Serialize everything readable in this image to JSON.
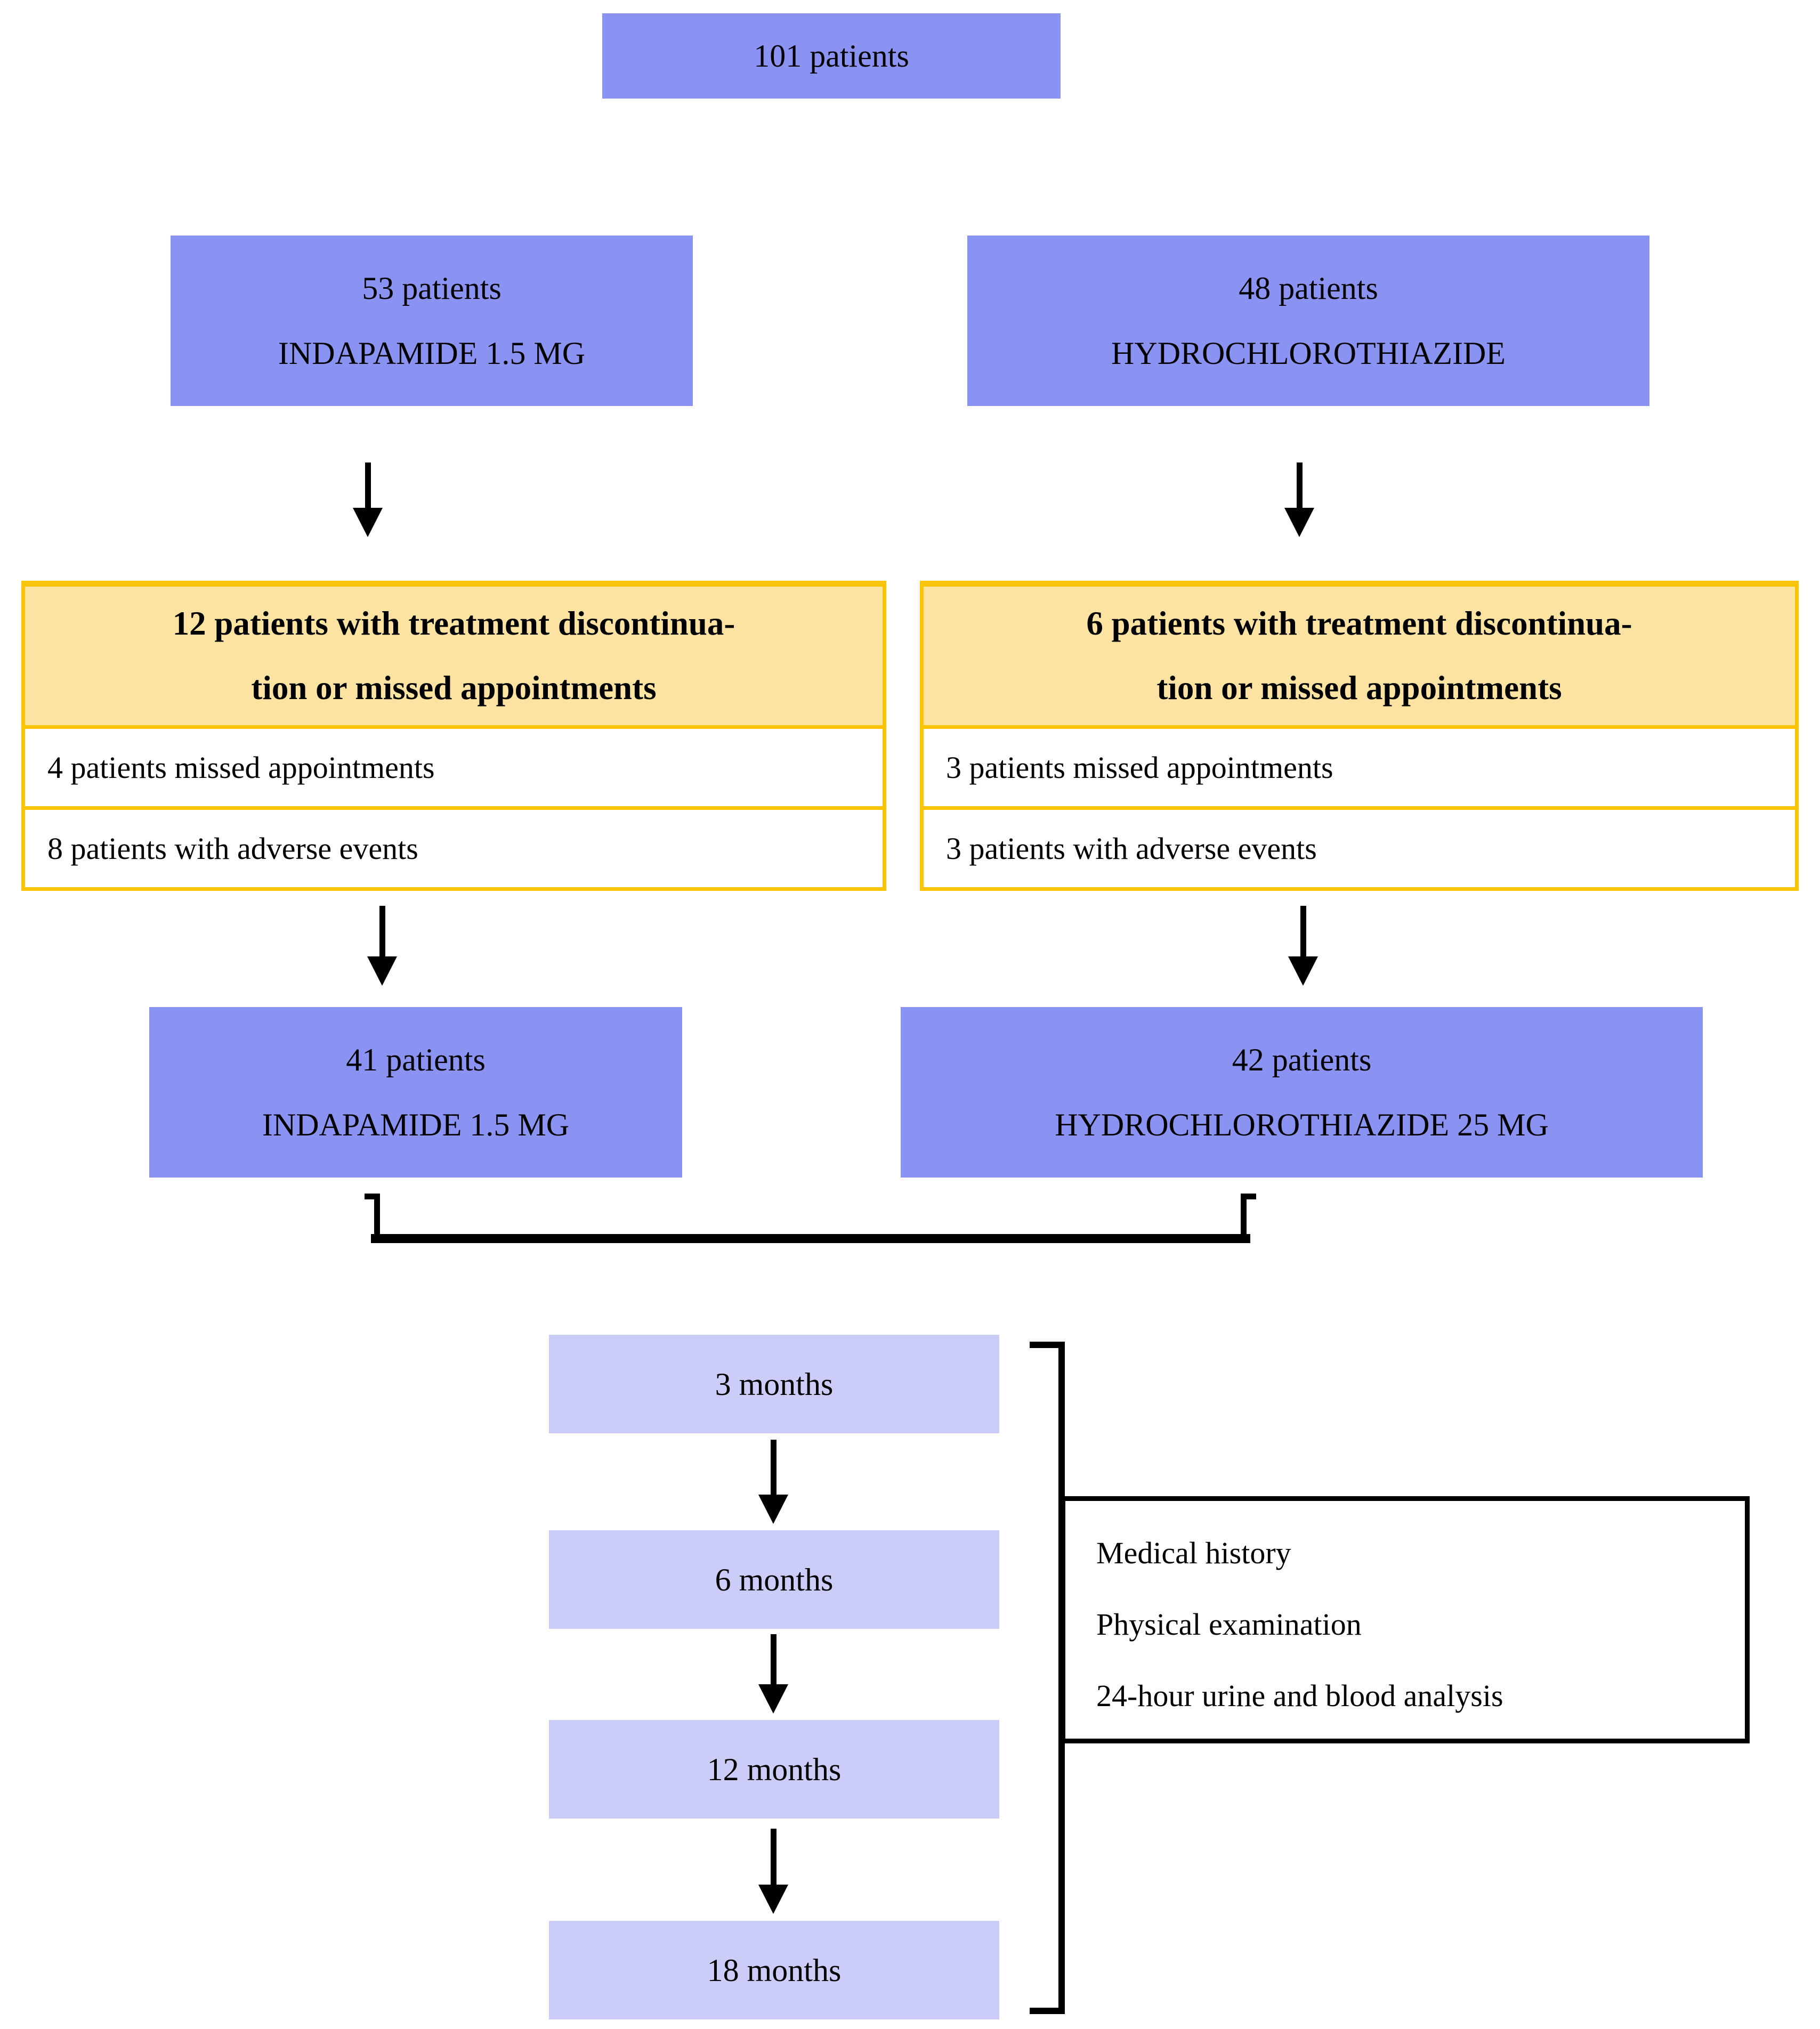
{
  "figure": {
    "title_box": "101 patients",
    "left_arm": {
      "enrolled_line1": "53 patients",
      "enrolled_line2": "INDAPAMIDE 1.5 MG",
      "dropout_header_line1": "12 patients with treatment discontinua-",
      "dropout_header_line2": "tion or missed appointments",
      "dropout_rows": [
        "4 patients missed appointments",
        "8 patients with adverse events"
      ],
      "completed_line1": "41 patients",
      "completed_line2": "INDAPAMIDE 1.5 MG"
    },
    "right_arm": {
      "enrolled_line1": "48 patients",
      "enrolled_line2": "HYDROCHLOROTHIAZIDE",
      "dropout_header_line1": "6 patients with treatment discontinua-",
      "dropout_header_line2": "tion or missed appointments",
      "dropout_rows": [
        "3 patients missed appointments",
        "3 patients with adverse events"
      ],
      "completed_line1": "42 patients",
      "completed_line2": "HYDROCHLOROTHIAZIDE 25 MG"
    },
    "followup": {
      "timepoints": [
        "3 months",
        "6 months",
        "12 months",
        "18 months"
      ],
      "assessments": [
        "Medical history",
        "Physical examination",
        "24-hour urine and blood analysis"
      ]
    },
    "colors": {
      "box_purple": "#8b93f2",
      "box_light_purple": "#cbccf8",
      "dropout_header_fill": "#fde3a2",
      "dropout_border": "#fbc400",
      "line_black": "#000000"
    }
  }
}
